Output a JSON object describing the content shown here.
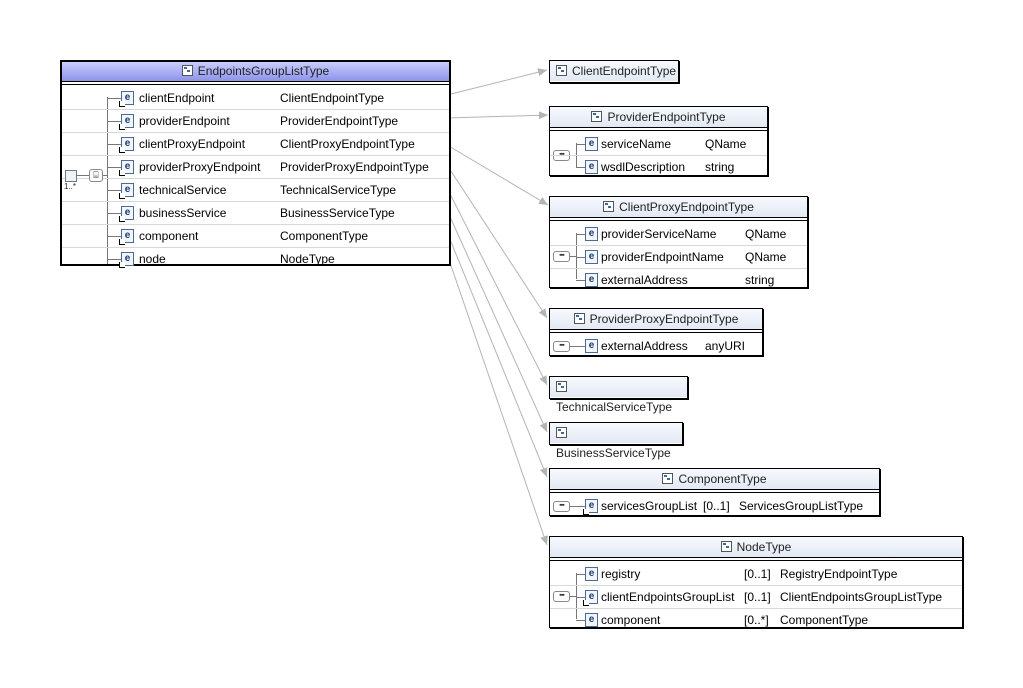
{
  "main": {
    "title": "EndpointsGroupListType",
    "multiplicity": "1..*",
    "rows": [
      {
        "name": "clientEndpoint",
        "type": "ClientEndpointType"
      },
      {
        "name": "providerEndpoint",
        "type": "ProviderEndpointType"
      },
      {
        "name": "clientProxyEndpoint",
        "type": "ClientProxyEndpointType"
      },
      {
        "name": "providerProxyEndpoint",
        "type": "ProviderProxyEndpointType"
      },
      {
        "name": "technicalService",
        "type": "TechnicalServiceType"
      },
      {
        "name": "businessService",
        "type": "BusinessServiceType"
      },
      {
        "name": "component",
        "type": "ComponentType"
      },
      {
        "name": "node",
        "type": "NodeType"
      }
    ]
  },
  "types": {
    "client_endpoint": {
      "title": "ClientEndpointType"
    },
    "provider_endpoint": {
      "title": "ProviderEndpointType",
      "rows": [
        {
          "name": "serviceName",
          "type": "QName"
        },
        {
          "name": "wsdlDescription",
          "type": "string"
        }
      ]
    },
    "client_proxy_endpoint": {
      "title": "ClientProxyEndpointType",
      "rows": [
        {
          "name": "providerServiceName",
          "type": "QName"
        },
        {
          "name": "providerEndpointName",
          "type": "QName"
        },
        {
          "name": "externalAddress",
          "type": "string"
        }
      ]
    },
    "provider_proxy_endpoint": {
      "title": "ProviderProxyEndpointType",
      "rows": [
        {
          "name": "externalAddress",
          "type": "anyURI"
        }
      ]
    },
    "technical_service": {
      "title": "TechnicalServiceType"
    },
    "business_service": {
      "title": "BusinessServiceType"
    },
    "component": {
      "title": "ComponentType",
      "rows": [
        {
          "name": "servicesGroupList",
          "card": "[0..1]",
          "type": "ServicesGroupListType"
        }
      ]
    },
    "node": {
      "title": "NodeType",
      "rows": [
        {
          "name": "registry",
          "card": "[0..1]",
          "type": "RegistryEndpointType"
        },
        {
          "name": "clientEndpointsGroupList",
          "card": "[0..1]",
          "type": "ClientEndpointsGroupListType"
        },
        {
          "name": "component",
          "card": "[0..*]",
          "type": "ComponentType"
        }
      ]
    }
  },
  "icons": {
    "type": "complex-type-icon",
    "element": "element-icon",
    "element_ref": "element-ref-icon",
    "sequence": "sequence-icon",
    "choice": "choice-icon"
  },
  "colors": {
    "main_header_top": "#c9ccfb",
    "main_header_bottom": "#8c93ea",
    "type_header_top": "#f7f9fd",
    "type_header_bottom": "#e2e9f4",
    "connector": "#b4b4b4"
  }
}
